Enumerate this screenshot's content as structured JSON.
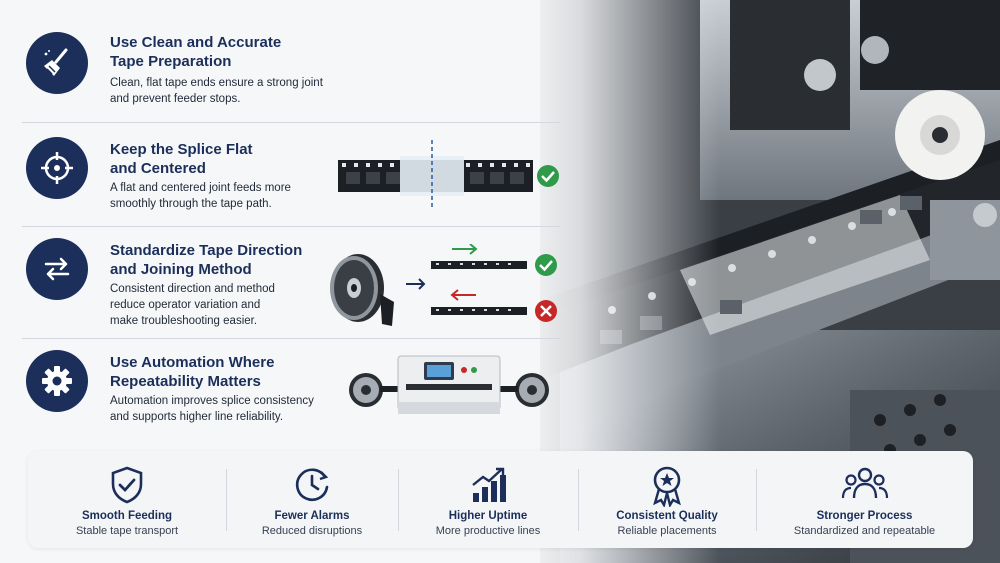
{
  "tips": [
    {
      "title_line1": "Use Clean and Accurate",
      "title_line2": "Tape Preparation",
      "desc_line1": "Clean, flat tape ends ensure a strong joint",
      "desc_line2": "and prevent feeder stops.",
      "icon": "broom-icon"
    },
    {
      "title_line1": "Keep the Splice Flat",
      "title_line2": "and Centered",
      "desc_line1": "A flat and centered joint feeds more",
      "desc_line2": "smoothly through the tape path.",
      "icon": "crosshair-icon"
    },
    {
      "title_line1": "Standardize Tape Direction",
      "title_line2": "and Joining Method",
      "desc_line1": "Consistent direction and method",
      "desc_line2": "reduce operator variation and",
      "desc_line3": "make troubleshooting easier.",
      "icon": "swap-arrows-icon"
    },
    {
      "title_line1": "Use Automation Where",
      "title_line2": "Repeatability Matters",
      "desc_line1": "Automation improves splice consistency",
      "desc_line2": "and supports higher line reliability.",
      "icon": "gear-icon"
    }
  ],
  "benefits": [
    {
      "title": "Smooth Feeding",
      "subtitle": "Stable tape transport",
      "icon": "shield-check-icon"
    },
    {
      "title": "Fewer Alarms",
      "subtitle": "Reduced disruptions",
      "icon": "clock-icon"
    },
    {
      "title": "Higher Uptime",
      "subtitle": "More productive lines",
      "icon": "growth-chart-icon"
    },
    {
      "title": "Consistent Quality",
      "subtitle": "Reliable placements",
      "icon": "award-ribbon-icon"
    },
    {
      "title": "Stronger Process",
      "subtitle": "Standardized and repeatable",
      "icon": "team-icon"
    }
  ],
  "colors": {
    "navy": "#1b2f5a",
    "check_green": "#2e9a4a",
    "cross_red": "#c62828",
    "arrow_green": "#2e9a4a",
    "arrow_red": "#c62828"
  }
}
